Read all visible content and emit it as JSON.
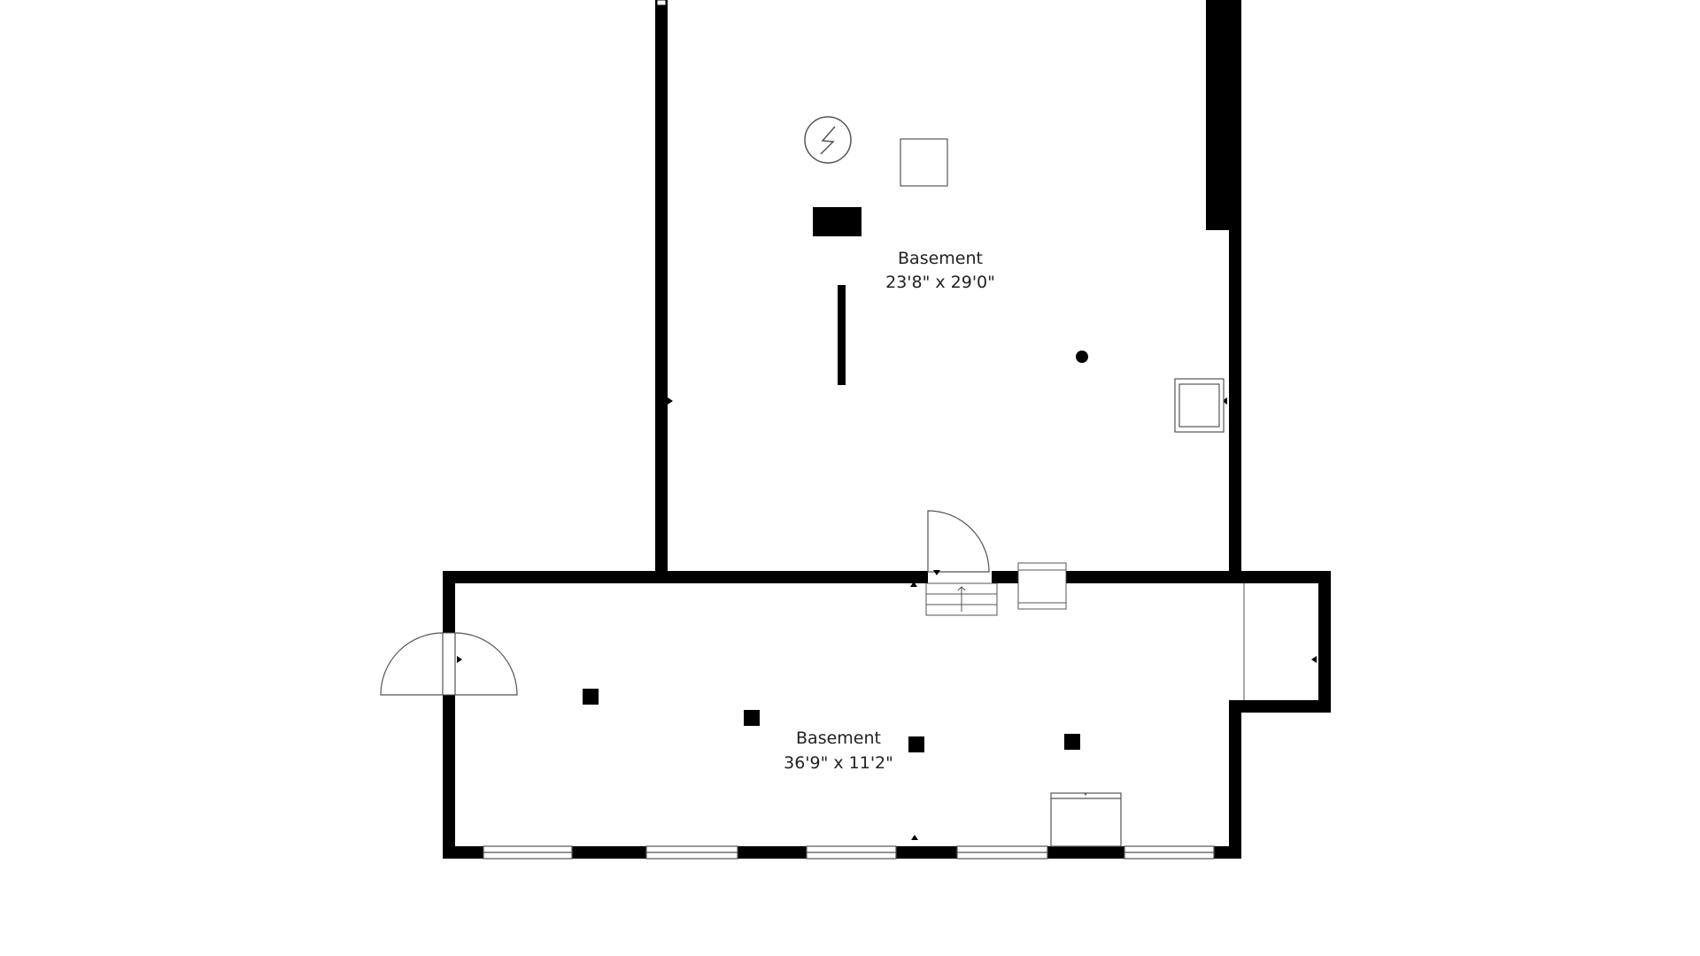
{
  "colors": {
    "background": "#ffffff",
    "wall": "#000000",
    "fixture_stroke": "#555555",
    "label_text": "#222222"
  },
  "rooms": [
    {
      "name": "Basement",
      "dimensions": "23'8\" x 29'0\""
    },
    {
      "name": "Basement",
      "dimensions": "36'9\" x 11'2\""
    }
  ],
  "icons": {
    "electrical_panel": "electrical-panel-icon",
    "door_swing": "door-swing-icon",
    "stairs": "stairs-icon",
    "window": "window-icon",
    "column": "column-icon"
  }
}
